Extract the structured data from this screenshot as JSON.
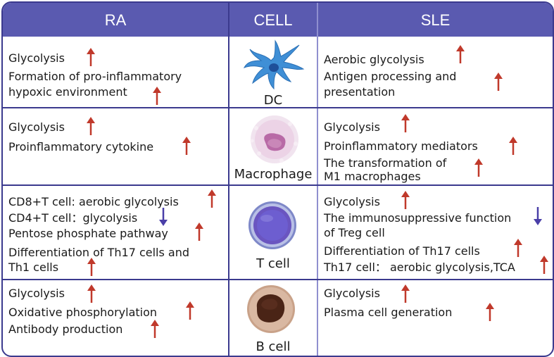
{
  "headers": {
    "ra": "RA",
    "cell": "CELL",
    "sle": "SLE"
  },
  "colors": {
    "header": "#5a5ab0",
    "border": "#3b3a8e",
    "up_arrow": "#c0392b",
    "down_arrow": "#4a3fa8"
  },
  "rows": [
    {
      "cell_name": "DC",
      "cell_icon": "dendritic-cell-icon",
      "ra": [
        {
          "text": "Glycolysis",
          "dir": "up"
        },
        {
          "text": "Formation of pro-inflammatory",
          "dir": ""
        },
        {
          "text": "hypoxic environment",
          "dir": "up"
        }
      ],
      "sle": [
        {
          "text": "Aerobic glycolysis",
          "dir": "up"
        },
        {
          "text": "Antigen processing and",
          "dir": "up"
        },
        {
          "text": "presentation",
          "dir": ""
        }
      ]
    },
    {
      "cell_name": "Macrophage",
      "cell_icon": "macrophage-icon",
      "ra": [
        {
          "text": "Glycolysis",
          "dir": "up"
        },
        {
          "text": "Proinflammatory cytokine",
          "dir": "up"
        }
      ],
      "sle": [
        {
          "text": "Glycolysis",
          "dir": "up"
        },
        {
          "text": "Proinflammatory mediators",
          "dir": "up"
        },
        {
          "text": "The transformation of",
          "dir": "up"
        },
        {
          "text": "M1 macrophages",
          "dir": ""
        }
      ]
    },
    {
      "cell_name": "T cell",
      "cell_icon": "t-cell-icon",
      "ra": [
        {
          "text": "CD8+T cell: aerobic glycolysis",
          "dir": "up"
        },
        {
          "text": "CD4+T cell：glycolysis",
          "dir": "down"
        },
        {
          "text": "Pentose phosphate pathway",
          "dir": "up"
        },
        {
          "text": "Differentiation of Th17 cells and",
          "dir": ""
        },
        {
          "text": "Th1 cells",
          "dir": "up"
        }
      ],
      "sle": [
        {
          "text": "Glycolysis",
          "dir": "up"
        },
        {
          "text": "The immunosuppressive function",
          "dir": "down"
        },
        {
          "text": "of Treg cell",
          "dir": ""
        },
        {
          "text": "Differentiation of Th17 cells",
          "dir": "up"
        },
        {
          "text": "Th17 cell： aerobic glycolysis,TCA",
          "dir": "up"
        }
      ]
    },
    {
      "cell_name": "B cell",
      "cell_icon": "b-cell-icon",
      "ra": [
        {
          "text": "Glycolysis",
          "dir": "up"
        },
        {
          "text": "Oxidative phosphorylation",
          "dir": "up"
        },
        {
          "text": "Antibody production",
          "dir": "up"
        }
      ],
      "sle": [
        {
          "text": "Glycolysis",
          "dir": "up"
        },
        {
          "text": "Plasma cell generation",
          "dir": "up"
        }
      ]
    }
  ]
}
